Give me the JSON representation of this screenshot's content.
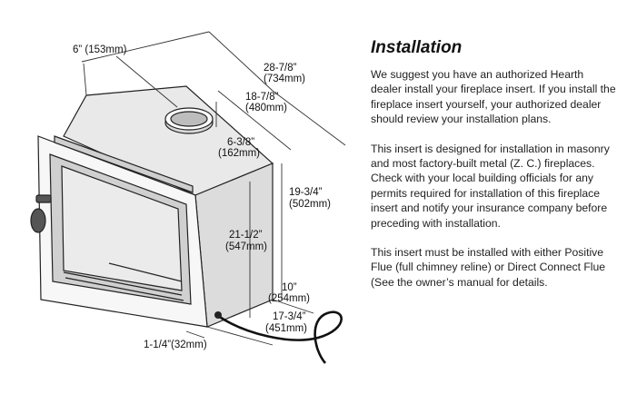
{
  "title": "Installation",
  "paragraphs": [
    "We suggest you have an authorized Hearth dealer install your fireplace insert.  If you install the fireplace insert yourself, your authorized dealer should review your installation plans.",
    "This insert is designed for installation in masonry and most factory-built metal (Z. C.) fireplaces. Check with your local building officials for any permits required for installation of this fireplace insert and notify your insurance company before preceding with installation.",
    "This insert must be installed with either Positive Flue (full chimney reline) or Direct Connect Flue (See the owner’s manual for details."
  ],
  "dimensions": {
    "flue_diameter": "6” (153mm)",
    "width_back_1": "28-7/8”",
    "width_back_2": "(734mm)",
    "width_top_1": "18-7/8”",
    "width_top_2": "(480mm)",
    "flue_offset_1": "6-3/8”",
    "flue_offset_2": "(162mm)",
    "height_total_1": "19-3/4”",
    "height_total_2": "(502mm)",
    "height_body_1": "21-1/2”",
    "height_body_2": "(547mm)",
    "depth_1": "10”",
    "depth_2": "(254mm)",
    "depth_total_1": "17-3/4”",
    "depth_total_2": "(451mm)",
    "front_lip": "1-1/4”(32mm)"
  }
}
